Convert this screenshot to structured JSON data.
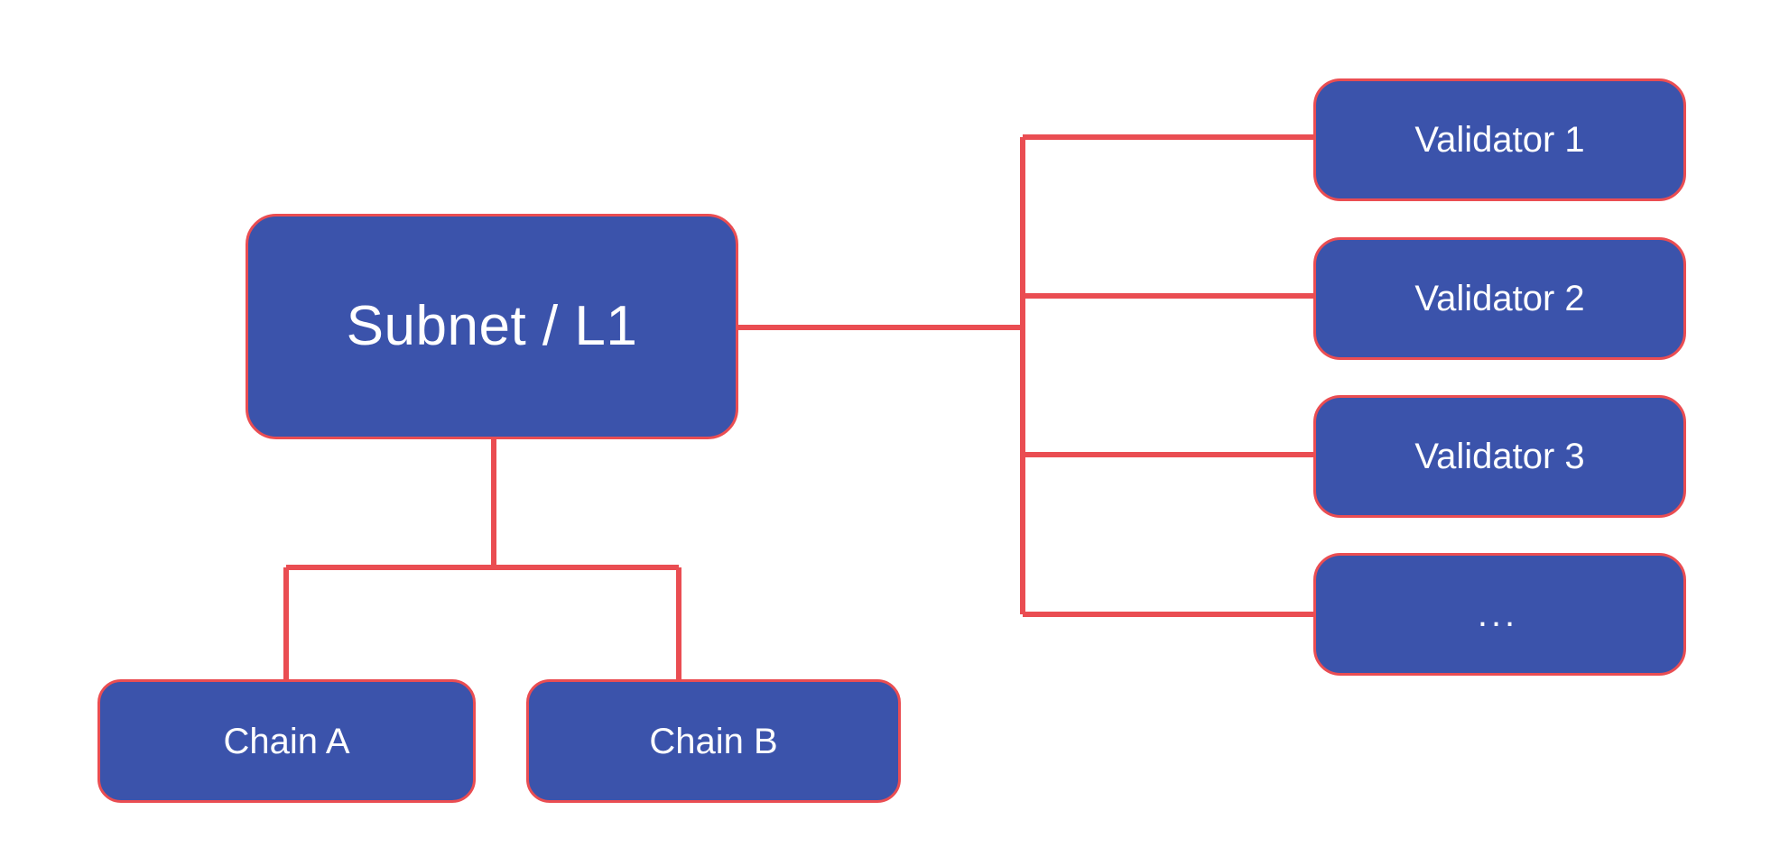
{
  "diagram": {
    "type": "tree",
    "background_color": "#ffffff",
    "node_fill_color": "#3b53ab",
    "node_border_color": "#ea4d52",
    "node_text_color": "#ffffff",
    "edge_color": "#ea4d52",
    "nodes": {
      "root": {
        "label": "Subnet / L1"
      },
      "chains": [
        {
          "label": "Chain A"
        },
        {
          "label": "Chain B"
        }
      ],
      "validators": [
        {
          "label": "Validator 1"
        },
        {
          "label": "Validator 2"
        },
        {
          "label": "Validator 3"
        },
        {
          "label": "..."
        }
      ]
    },
    "edges": [
      {
        "from": "Subnet / L1",
        "to": "Chain A"
      },
      {
        "from": "Subnet / L1",
        "to": "Chain B"
      },
      {
        "from": "Subnet / L1",
        "to": "Validator 1"
      },
      {
        "from": "Subnet / L1",
        "to": "Validator 2"
      },
      {
        "from": "Subnet / L1",
        "to": "Validator 3"
      },
      {
        "from": "Subnet / L1",
        "to": "..."
      }
    ]
  }
}
